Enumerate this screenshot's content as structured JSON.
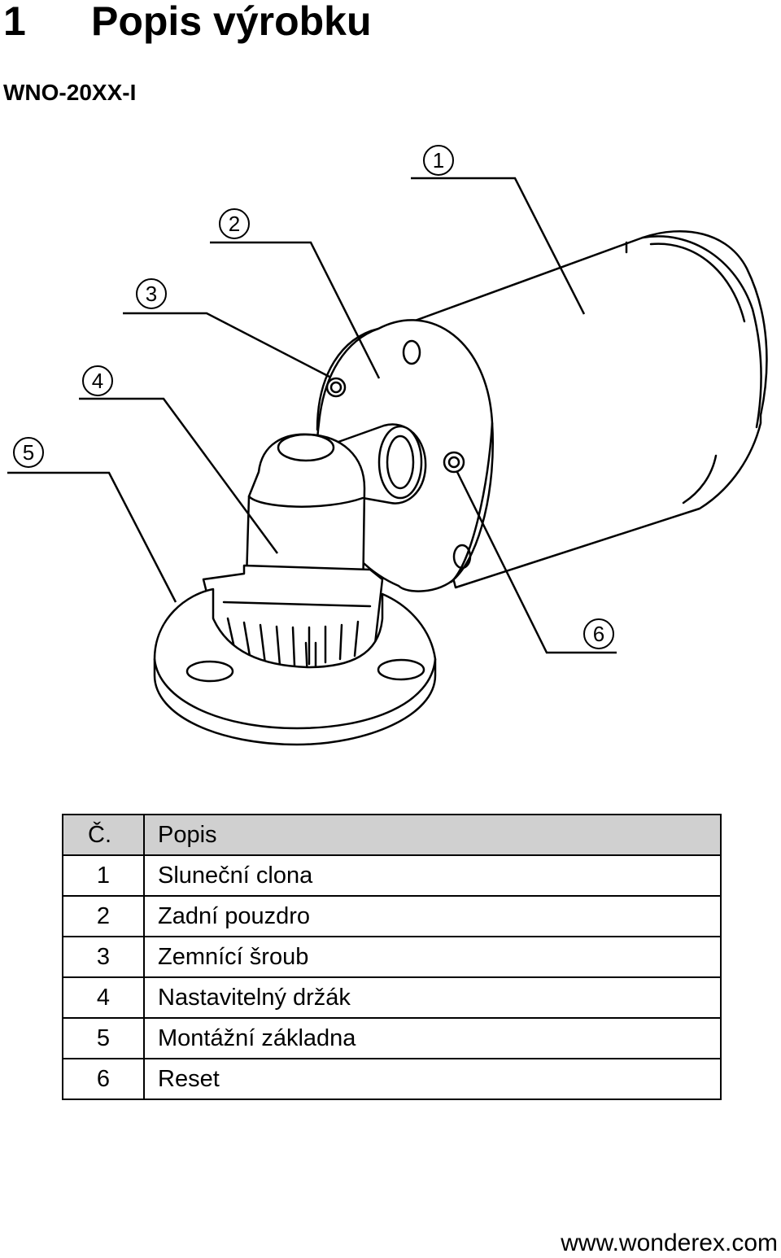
{
  "page": {
    "section_number": "1",
    "section_title": "Popis výrobku",
    "model": "WNO-20XX-I",
    "footer_url": "www.wonderex.com"
  },
  "diagram": {
    "callouts": [
      "1",
      "2",
      "3",
      "4",
      "5",
      "6"
    ]
  },
  "parts_table": {
    "headers": [
      "Č.",
      "Popis"
    ],
    "rows": [
      {
        "no": "1",
        "desc": "Sluneční clona"
      },
      {
        "no": "2",
        "desc": "Zadní pouzdro"
      },
      {
        "no": "3",
        "desc": "Zemnící šroub"
      },
      {
        "no": "4",
        "desc": "Nastavitelný držák"
      },
      {
        "no": "5",
        "desc": "Montážní základna"
      },
      {
        "no": "6",
        "desc": "Reset"
      }
    ]
  }
}
